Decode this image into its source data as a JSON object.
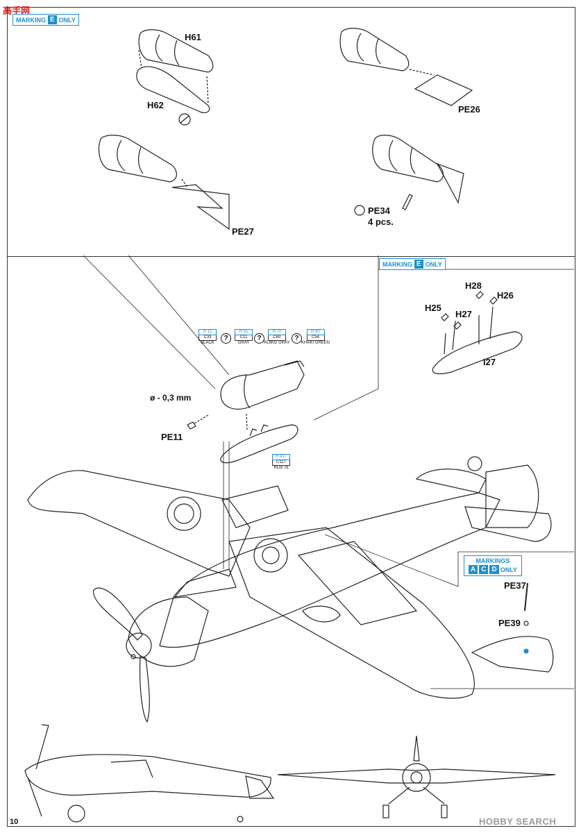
{
  "header": {
    "watermark": "高手网",
    "marking_prefix": "MARKING",
    "marking_letter": "E",
    "marking_suffix": "ONLY"
  },
  "parts": {
    "h61": "H61",
    "h62": "H62",
    "pe26": "PE26",
    "pe27": "PE27",
    "pe34": "PE34",
    "pe34_qty": "4 pcs.",
    "pe11": "PE11",
    "drill": "ø - 0,3 mm",
    "h25": "H25",
    "h26": "H26",
    "h27": "H27",
    "h28": "H28",
    "i27": "I27",
    "pe37": "PE37",
    "pe39": "PE39"
  },
  "marking_e_panel": {
    "prefix": "MARKING",
    "letter": "E",
    "suffix": "ONLY"
  },
  "markings_acd_panel": {
    "title": "MARKINGS",
    "letters": [
      "A",
      "C",
      "D"
    ],
    "suffix": "ONLY"
  },
  "colors": [
    {
      "h": "H 12",
      "c": "C33",
      "name": "BLACK"
    },
    {
      "h": "H 51",
      "c": "C11",
      "name": "GRAY"
    },
    {
      "h": "H 70",
      "c": "C60",
      "name": "RLM02 GRAY"
    },
    {
      "h": "H 80",
      "c": "C54",
      "name": "KHAKI GREEN"
    }
  ],
  "tank_color": {
    "h": "H 417",
    "c": "C117",
    "name": "RLM 76"
  },
  "footer": {
    "page_number": "10",
    "brand": "HOBBY SEARCH"
  },
  "theme": {
    "accent": "#1b8fd1",
    "line": "#222222"
  }
}
